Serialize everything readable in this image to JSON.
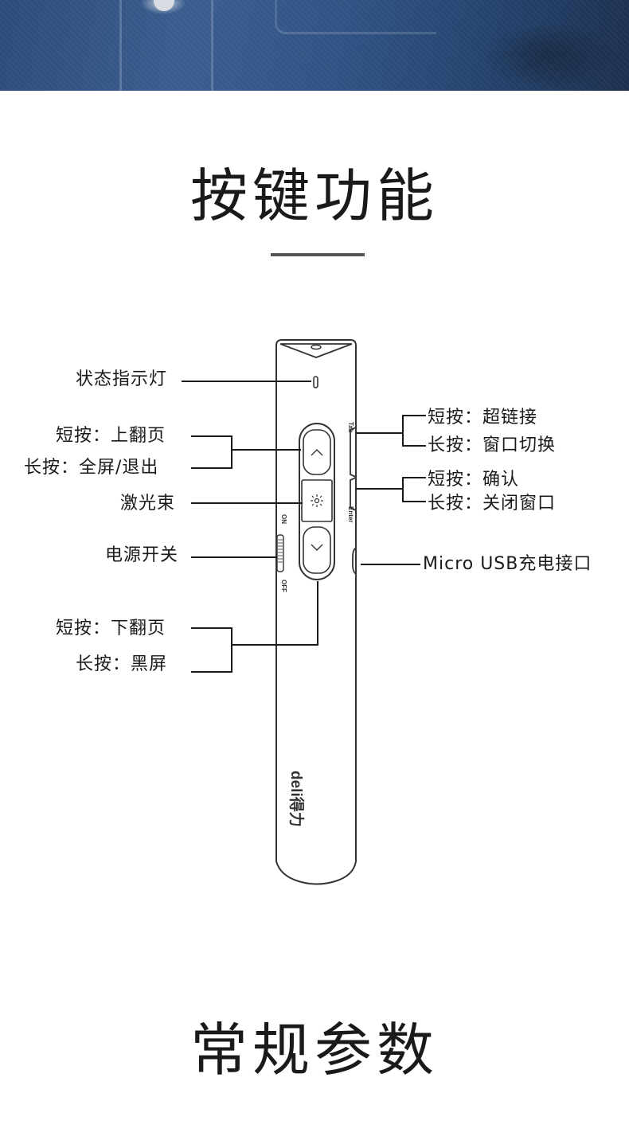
{
  "section_titles": {
    "button_functions": "按键功能",
    "specs": "常规参数"
  },
  "callouts": {
    "status_light": "状态指示灯",
    "up_short": "短按：上翻页",
    "up_long": "长按：全屏/退出",
    "laser": "激光束",
    "power_switch": "电源开关",
    "down_short": "短按：下翻页",
    "down_long": "长按：黑屏",
    "tab_short": "短按：超链接",
    "tab_long": "长按：窗口切换",
    "enter_short": "短按：确认",
    "enter_long": "长按：关闭窗口",
    "usb_port": "Micro USB充电接口"
  },
  "device_markings": {
    "tab": "Tab",
    "enter": "Enter",
    "on": "ON",
    "off": "OFF",
    "brand": "deli得力"
  },
  "icons": [
    "chevron-up-icon",
    "laser-star-icon",
    "chevron-down-icon"
  ],
  "colors": {
    "line": "#1a1a1a",
    "device_outline": "#333333",
    "photo_denim": "#2f5283"
  }
}
